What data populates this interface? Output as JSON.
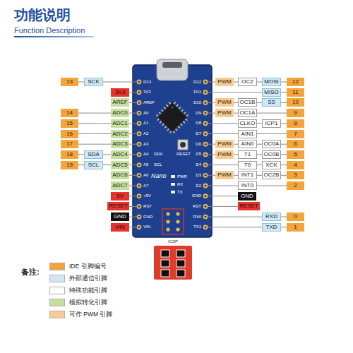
{
  "diagram": {
    "title": "功能说明",
    "nodes": [
      {
        "text": [
          "13"
        ]
      },
      {
        "text": [
          "SCK"
        ]
      },
      {
        "text": [
          "3V3"
        ]
      },
      {
        "text": [
          "AREF"
        ]
      },
      {
        "text": [
          "14"
        ]
      },
      {
        "text": [
          "ADC0"
        ]
      },
      {
        "text": [
          "15"
        ]
      },
      {
        "text": [
          "ADC1"
        ]
      },
      {
        "text": [
          "16"
        ]
      },
      {
        "text": [
          "ADC2"
        ]
      },
      {
        "text": [
          "17"
        ]
      },
      {
        "text": [
          "ADC3"
        ]
      },
      {
        "text": [
          "18"
        ]
      },
      {
        "text": [
          "SDA"
        ]
      },
      {
        "text": [
          "ADC4"
        ]
      },
      {
        "text": [
          "19"
        ]
      },
      {
        "text": [
          "SCL"
        ]
      },
      {
        "text": [
          "ADC5"
        ]
      },
      {
        "text": [
          "ADC6"
        ]
      },
      {
        "text": [
          "ADC7"
        ]
      },
      {
        "text": [
          "5V"
        ]
      },
      {
        "text": [
          "RESET"
        ]
      },
      {
        "text": [
          "GND"
        ]
      },
      {
        "text": [
          "VIN"
        ]
      },
      {
        "text": [
          "PWM"
        ]
      },
      {
        "text": [
          "OC2"
        ]
      },
      {
        "text": [
          "MOSI"
        ]
      },
      {
        "text": [
          "12"
        ]
      },
      {
        "text": [
          "MISO"
        ]
      },
      {
        "text": [
          "11"
        ]
      },
      {
        "text": [
          "PWM"
        ]
      },
      {
        "text": [
          "OC1B"
        ]
      },
      {
        "text": [
          "SS"
        ]
      },
      {
        "text": [
          "10"
        ]
      },
      {
        "text": [
          "PWM"
        ]
      },
      {
        "text": [
          "OC1A"
        ]
      },
      {
        "text": [
          "9"
        ]
      },
      {
        "text": [
          "CLKO"
        ]
      },
      {
        "text": [
          "ICP1"
        ]
      },
      {
        "text": [
          "8"
        ]
      },
      {
        "text": [
          "AIN1"
        ]
      },
      {
        "text": [
          "7"
        ]
      },
      {
        "text": [
          "PWM"
        ]
      },
      {
        "text": [
          "AIN0"
        ]
      },
      {
        "text": [
          "OC0A"
        ]
      },
      {
        "text": [
          "6"
        ]
      },
      {
        "text": [
          "PWM"
        ]
      },
      {
        "text": [
          "T1"
        ]
      },
      {
        "text": [
          "OC0B"
        ]
      },
      {
        "text": [
          "5"
        ]
      },
      {
        "text": [
          "T0"
        ]
      },
      {
        "text": [
          "XCK"
        ]
      },
      {
        "text": [
          "4"
        ]
      },
      {
        "text": [
          "PWM"
        ]
      },
      {
        "text": [
          "INT1"
        ]
      },
      {
        "text": [
          "OC2B"
        ]
      },
      {
        "text": [
          "3"
        ]
      },
      {
        "text": [
          "INT0"
        ]
      },
      {
        "text": [
          "2"
        ]
      },
      {
        "text": [
          "GND"
        ]
      },
      {
        "text": [
          "RESET"
        ]
      },
      {
        "text": [
          "RXD"
        ]
      },
      {
        "text": [
          "0"
        ]
      },
      {
        "text": [
          "TXD"
        ]
      },
      {
        "text": [
          "1"
        ]
      }
    ],
    "edges": [
      {
        "from": 0,
        "to": 1,
        "arrow": "none"
      },
      {
        "from": 4,
        "to": 5,
        "arrow": "none"
      },
      {
        "from": 6,
        "to": 7,
        "arrow": "none"
      },
      {
        "from": 8,
        "to": 9,
        "arrow": "none"
      },
      {
        "from": 10,
        "to": 11,
        "arrow": "none"
      },
      {
        "from": 12,
        "to": 13,
        "arrow": "none"
      },
      {
        "from": 13,
        "to": 14,
        "arrow": "none"
      },
      {
        "from": 15,
        "to": 16,
        "arrow": "none"
      },
      {
        "from": 16,
        "to": 17,
        "arrow": "none"
      },
      {
        "from": 24,
        "to": 25,
        "arrow": "none"
      },
      {
        "from": 25,
        "to": 26,
        "arrow": "none"
      },
      {
        "from": 26,
        "to": 27,
        "arrow": "none"
      },
      {
        "from": 28,
        "to": 29,
        "arrow": "none"
      },
      {
        "from": 30,
        "to": 31,
        "arrow": "none"
      },
      {
        "from": 31,
        "to": 32,
        "arrow": "none"
      },
      {
        "from": 32,
        "to": 33,
        "arrow": "none"
      },
      {
        "from": 34,
        "to": 35,
        "arrow": "none"
      },
      {
        "from": 35,
        "to": 36,
        "arrow": "none"
      },
      {
        "from": 37,
        "to": 38,
        "arrow": "none"
      },
      {
        "from": 38,
        "to": 39,
        "arrow": "none"
      },
      {
        "from": 40,
        "to": 41,
        "arrow": "none"
      },
      {
        "from": 42,
        "to": 43,
        "arrow": "none"
      },
      {
        "from": 43,
        "to": 44,
        "arrow": "none"
      },
      {
        "from": 44,
        "to": 45,
        "arrow": "none"
      },
      {
        "from": 46,
        "to": 47,
        "arrow": "none"
      },
      {
        "from": 47,
        "to": 48,
        "arrow": "none"
      },
      {
        "from": 48,
        "to": 49,
        "arrow": "none"
      },
      {
        "from": 50,
        "to": 51,
        "arrow": "none"
      },
      {
        "from": 51,
        "to": 52,
        "arrow": "none"
      },
      {
        "from": 53,
        "to": 54,
        "arrow": "none"
      },
      {
        "from": 54,
        "to": 55,
        "arrow": "none"
      },
      {
        "from": 55,
        "to": 56,
        "arrow": "none"
      },
      {
        "from": 57,
        "to": 58,
        "arrow": "none"
      },
      {
        "from": 61,
        "to": 62,
        "arrow": "none"
      },
      {
        "from": 63,
        "to": 64,
        "arrow": "none"
      }
    ],
    "labels": [
      "Function Description",
      "D13",
      "3V3",
      "AREF",
      "A0",
      "A1",
      "A2",
      "A3",
      "A4",
      "A5",
      "A6",
      "A7",
      "+5V",
      "RST",
      "GND",
      "VIN",
      "D12",
      "D11",
      "D10",
      "D9",
      "D8",
      "D7",
      "D6",
      "D5",
      "D4",
      "D3",
      "D2",
      "GND",
      "RST",
      "RX0",
      "TX1",
      "SDA",
      "SCL",
      "RESET",
      "Nano",
      "PWR",
      "RX",
      "TX",
      "ICSP",
      "备注:"
    ],
    "legend": [
      {
        "text": "IDE 引脚编号",
        "color": "#f4a43a"
      },
      {
        "text": "外部通信引脚",
        "color": "#cfe8f6"
      },
      {
        "text": "特殊功能引脚",
        "color": "#ffffff"
      },
      {
        "text": "模拟转化引脚",
        "color": "#c5df9f"
      },
      {
        "text": "可作 PWM 引脚",
        "color": "#f9cb8e"
      }
    ]
  }
}
